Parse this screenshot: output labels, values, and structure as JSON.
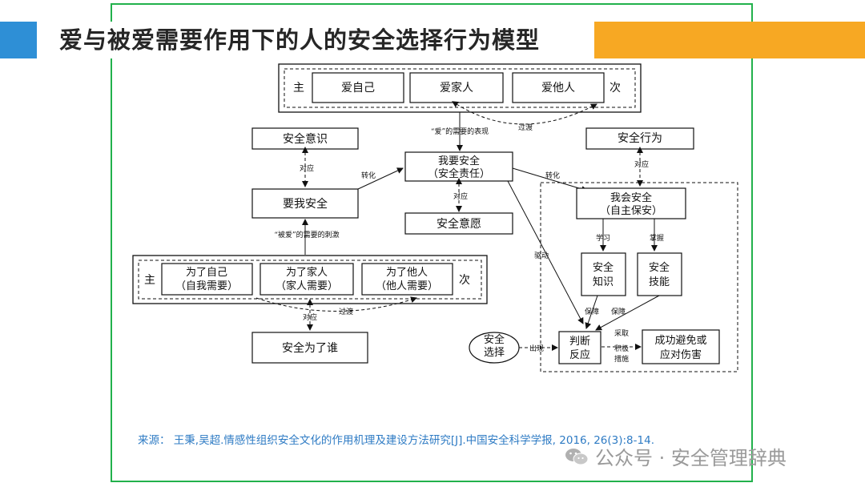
{
  "title": "爱与被爱需要作用下的人的安全选择行为模型",
  "colors": {
    "accent_blue": "#2e8fd6",
    "accent_orange": "#f7a823",
    "frame_green": "#22b14c",
    "source_blue": "#2e7bc4"
  },
  "diagram": {
    "top_group": {
      "left": "主",
      "right": "次",
      "items": [
        "爱自己",
        "爱家人",
        "爱他人"
      ]
    },
    "bottom_group": {
      "left": "主",
      "right": "次",
      "items": [
        [
          "为了自己",
          "（自我需要）"
        ],
        [
          "为了家人",
          "（家人需要）"
        ],
        [
          "为了他人",
          "（他人需要）"
        ]
      ]
    },
    "nodes": {
      "awareness": "安全意识",
      "want_me": "要我安全",
      "i_want": [
        "我要安全",
        "（安全责任）"
      ],
      "willingness": "安全意愿",
      "behavior": "安全行为",
      "i_can": [
        "我会安全",
        "（自主保安）"
      ],
      "knowledge": [
        "安全",
        "知识"
      ],
      "skills": [
        "安全",
        "技能"
      ],
      "judge": [
        "判断",
        "反应"
      ],
      "outcome": [
        "成功避免或",
        "应对伤害"
      ],
      "for_whom": "安全为了谁",
      "choice": [
        "安全",
        "选择"
      ]
    },
    "labels": {
      "love_need": "“爱”的需要的表现",
      "transition": "过渡",
      "correspond": "对应",
      "transform": "转化",
      "beloved_need": "“被爱”的需要的刺激",
      "drive": "驱动",
      "learn": "学习",
      "master": "掌握",
      "guarantee": "保障",
      "appear": "出现",
      "measures": [
        "采取",
        "积极",
        "措施"
      ]
    }
  },
  "source": "来源：  王秉,吴超.情感性组织安全文化的作用机理及建设方法研究[J].中国安全科学学报, 2016, 26(3):8-14.",
  "watermark": "公众号 · 安全管理辞典",
  "watermark_icon": "wechat-icon"
}
